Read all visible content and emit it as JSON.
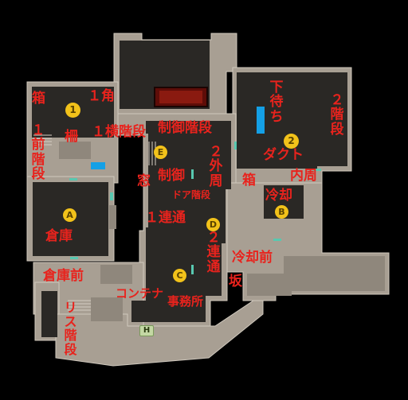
{
  "colors": {
    "background": "#000000",
    "wall": "#a89f93",
    "floor": "#2a2825",
    "label": "#e8231d",
    "marker": "#f2c21a",
    "accent_blue": "#14a0e6",
    "spawn_glow": "#1a3a8c"
  },
  "labels": {
    "hako_top": "箱",
    "ikkaku": "１角",
    "ichi_mae_kaidan": "１前階段",
    "saku": "柵",
    "ichi_yoko_kaidan": "１横階段",
    "seigyo_kaidan": "制御階段",
    "shitamachi": "下待ち",
    "ni_kaidan": "２階段",
    "duct": "ダクト",
    "ni_sotomawari": "２外周",
    "hako_mid": "箱",
    "uchimawari": "内周",
    "mado": "窓",
    "seigyo": "制御",
    "door_kaidan": "ドア階段",
    "reikyaku": "冷却",
    "ichi_rentsu": "１連通",
    "souko": "倉庫",
    "ni_rentsu": "２連通",
    "reikyaku_mae": "冷却前",
    "souko_mae": "倉庫前",
    "container": "コンテナ",
    "jimusho": "事務所",
    "saka": "坂",
    "ris_kaidan": "リス階段"
  },
  "markers": {
    "one": "1",
    "two": "2",
    "A": "A",
    "B": "B",
    "C": "C",
    "D": "D",
    "E": "E",
    "H": "H"
  }
}
